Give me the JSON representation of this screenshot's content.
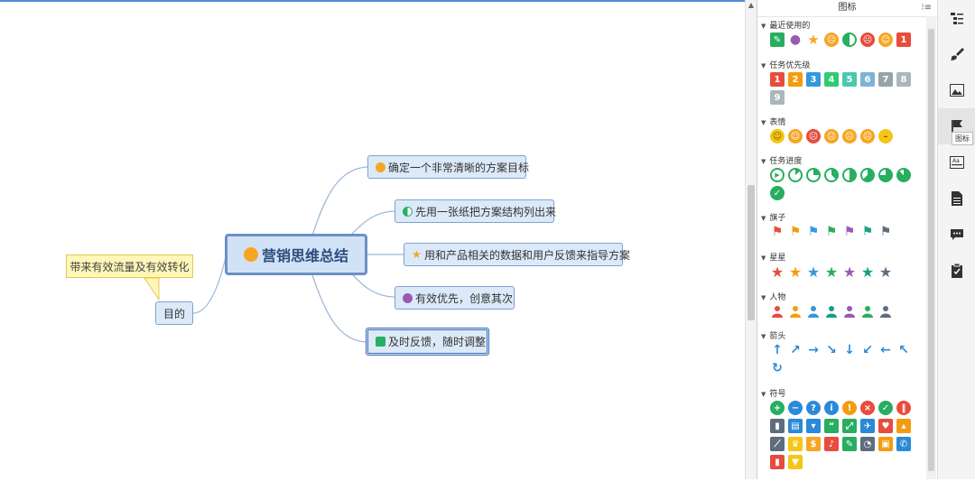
{
  "mindmap": {
    "central": "营销思维总结",
    "branches": [
      "确定一个非常清晰的方案目标",
      "先用一张纸把方案结构列出来",
      "用和产品相关的数据和用户反馈来指导方案",
      "有效优先，创意其次",
      "及时反馈，随时调整"
    ],
    "left_node": "目的",
    "callout": "带来有效流量及有效转化"
  },
  "panel": {
    "title": "图标",
    "sections": [
      {
        "title": "最近使用的",
        "icons": [
          "pencil-icon",
          "person-purple-icon",
          "star-icon",
          "face-cry-icon",
          "progress-half-icon",
          "face-angry-icon",
          "face-laugh-icon",
          "priority-1-icon"
        ]
      },
      {
        "title": "任务优先级",
        "numbers": [
          "1",
          "2",
          "3",
          "4",
          "5",
          "6",
          "7",
          "8",
          "9"
        ]
      },
      {
        "title": "表情",
        "icons": [
          "face-smile-icon",
          "face-laugh-icon",
          "face-angry-icon",
          "face-cry-icon",
          "face-scream-icon",
          "face-sweat-icon",
          "face-neutral-icon"
        ]
      },
      {
        "title": "任务进度",
        "icons": [
          "progress-start-icon",
          "progress-1-8-icon",
          "progress-1-4-icon",
          "progress-3-8-icon",
          "progress-half-icon",
          "progress-5-8-icon",
          "progress-3-4-icon",
          "progress-7-8-icon",
          "progress-done-icon"
        ]
      },
      {
        "title": "旗子",
        "colors": [
          "#e74c3c",
          "#f39c12",
          "#3498db",
          "#27ae60",
          "#9b59b6",
          "#16a085",
          "#5d6d7e"
        ]
      },
      {
        "title": "星星",
        "colors": [
          "#e74c3c",
          "#f39c12",
          "#3498db",
          "#27ae60",
          "#9b59b6",
          "#16a085",
          "#5d6d7e"
        ]
      },
      {
        "title": "人物",
        "colors": [
          "#e74c3c",
          "#f39c12",
          "#3498db",
          "#16a085",
          "#9b59b6",
          "#27ae60",
          "#5d6d7e"
        ]
      },
      {
        "title": "箭头",
        "arrows": [
          "↑",
          "↗",
          "→",
          "↘",
          "↓",
          "↙",
          "←",
          "↖",
          "↻"
        ]
      },
      {
        "title": "符号",
        "icons": [
          "plus-icon",
          "minus-icon",
          "question-icon",
          "info-icon",
          "exclamation-icon",
          "close-icon",
          "check-icon",
          "pause-icon",
          "bar-chart-icon",
          "contacts-icon",
          "thumb-down-icon",
          "quote-icon",
          "expand-icon",
          "airplane-icon",
          "heart-icon",
          "thumb-up-icon",
          "line-chart-icon",
          "trophy-icon",
          "dollar-icon",
          "music-icon",
          "edit-icon",
          "pie-chart-icon",
          "cart-icon",
          "phone-icon",
          "thermometer-icon",
          "cup-icon"
        ]
      }
    ]
  },
  "toolbar": {
    "tooltip": "图标",
    "items": [
      "outline-icon",
      "brush-icon",
      "image-icon",
      "flag-icon",
      "text-style-icon",
      "document-icon",
      "comment-icon",
      "clipboard-icon"
    ]
  },
  "colors": {
    "accent": "#4a8fd6",
    "node_fill": "#dce9f8",
    "node_border": "#7fa2cf",
    "callout_fill": "#fff6b8"
  }
}
